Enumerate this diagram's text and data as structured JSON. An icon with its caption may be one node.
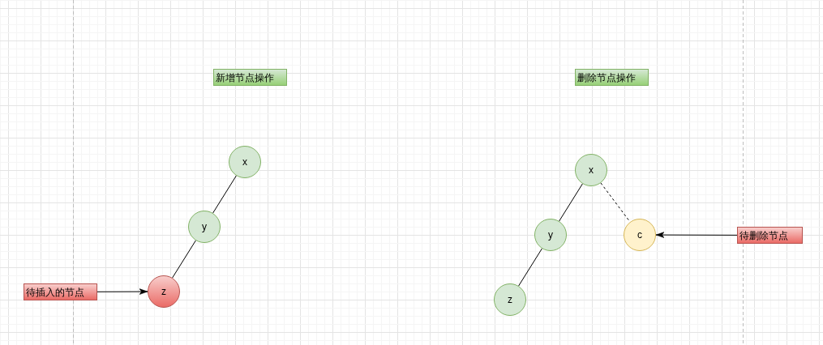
{
  "diagram": {
    "nodes": [
      {
        "text": [
          "新增节点操作"
        ]
      },
      {
        "text": [
          "x"
        ]
      },
      {
        "text": [
          "y"
        ]
      },
      {
        "text": [
          "z"
        ]
      },
      {
        "text": [
          "待插入的节点"
        ]
      },
      {
        "text": [
          "删除节点操作"
        ]
      },
      {
        "text": [
          "x"
        ]
      },
      {
        "text": [
          "y"
        ]
      },
      {
        "text": [
          "z"
        ]
      },
      {
        "text": [
          "c"
        ]
      },
      {
        "text": [
          "待删除节点"
        ]
      }
    ],
    "edges": [
      {
        "from": 1,
        "to": 2,
        "arrow": "none"
      },
      {
        "from": 2,
        "to": 3,
        "arrow": "none"
      },
      {
        "from": 4,
        "to": 3,
        "arrow": "to"
      },
      {
        "from": 6,
        "to": 7,
        "arrow": "none"
      },
      {
        "from": 7,
        "to": 8,
        "arrow": "none"
      },
      {
        "from": 6,
        "to": 9,
        "arrow": "none",
        "style": "dashed"
      },
      {
        "from": 10,
        "to": 9,
        "arrow": "to"
      }
    ]
  }
}
